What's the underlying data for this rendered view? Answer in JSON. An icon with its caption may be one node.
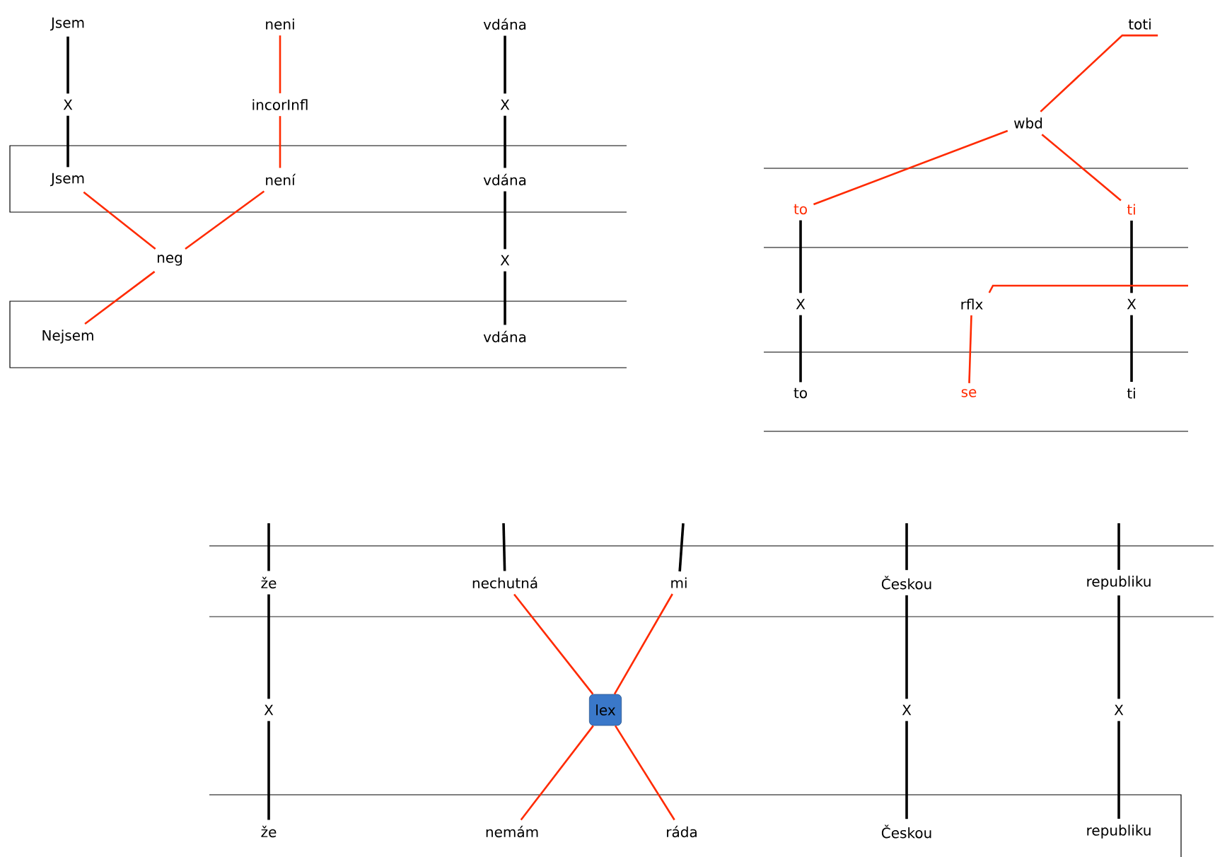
{
  "diagram": {
    "nodes": [
      {
        "text": [
          "Jsem"
        ]
      },
      {
        "text": [
          "neni"
        ]
      },
      {
        "text": [
          "vdána"
        ]
      },
      {
        "text": [
          "X"
        ]
      },
      {
        "text": [
          "incorInfl"
        ]
      },
      {
        "text": [
          "X"
        ]
      },
      {
        "text": [
          "Jsem"
        ]
      },
      {
        "text": [
          "není"
        ]
      },
      {
        "text": [
          "vdána"
        ]
      },
      {
        "text": [
          "neg"
        ]
      },
      {
        "text": [
          "X"
        ]
      },
      {
        "text": [
          "Nejsem"
        ]
      },
      {
        "text": [
          "vdána"
        ]
      },
      {
        "text": [
          "toti"
        ]
      },
      {
        "text": [
          "wbd"
        ]
      },
      {
        "text": [
          "to"
        ]
      },
      {
        "text": [
          "ti"
        ]
      },
      {
        "text": [
          "X"
        ]
      },
      {
        "text": [
          "rflx"
        ]
      },
      {
        "text": [
          "X"
        ]
      },
      {
        "text": [
          "to"
        ]
      },
      {
        "text": [
          "se"
        ]
      },
      {
        "text": [
          "ti"
        ]
      },
      {
        "text": [
          "že"
        ]
      },
      {
        "text": [
          "nechutná"
        ]
      },
      {
        "text": [
          "mi"
        ]
      },
      {
        "text": [
          "Českou"
        ]
      },
      {
        "text": [
          "republiku"
        ]
      },
      {
        "text": [
          "X"
        ]
      },
      {
        "text": [
          "lex"
        ]
      },
      {
        "text": [
          "X"
        ]
      },
      {
        "text": [
          "X"
        ]
      },
      {
        "text": [
          "že"
        ]
      },
      {
        "text": [
          "nemám"
        ]
      },
      {
        "text": [
          "ráda"
        ]
      },
      {
        "text": [
          "Českou"
        ]
      },
      {
        "text": [
          "republiku"
        ]
      }
    ],
    "edges": [
      {
        "from": 0,
        "to": 3,
        "arrow": "none"
      },
      {
        "from": 3,
        "to": 6,
        "arrow": "none"
      },
      {
        "from": 1,
        "to": 4,
        "arrow": "none",
        "color": "#ff2a00"
      },
      {
        "from": 4,
        "to": 7,
        "arrow": "none",
        "color": "#ff2a00"
      },
      {
        "from": 2,
        "to": 5,
        "arrow": "none"
      },
      {
        "from": 5,
        "to": 8,
        "arrow": "none"
      },
      {
        "from": 6,
        "to": 9,
        "arrow": "none",
        "color": "#ff2a00"
      },
      {
        "from": 7,
        "to": 9,
        "arrow": "none",
        "color": "#ff2a00"
      },
      {
        "from": 9,
        "to": 11,
        "arrow": "none",
        "color": "#ff2a00"
      },
      {
        "from": 8,
        "to": 10,
        "arrow": "none"
      },
      {
        "from": 10,
        "to": 12,
        "arrow": "none"
      },
      {
        "from": 14,
        "to": 13,
        "arrow": "none",
        "color": "#ff2a00"
      },
      {
        "from": 14,
        "to": 15,
        "arrow": "none",
        "color": "#ff2a00"
      },
      {
        "from": 14,
        "to": 16,
        "arrow": "none",
        "color": "#ff2a00"
      },
      {
        "from": 15,
        "to": 17,
        "arrow": "none"
      },
      {
        "from": 16,
        "to": 19,
        "arrow": "none"
      },
      {
        "from": 17,
        "to": 20,
        "arrow": "none"
      },
      {
        "from": 19,
        "to": 22,
        "arrow": "none"
      },
      {
        "from": 18,
        "to": 21,
        "arrow": "none",
        "color": "#ff2a00"
      },
      {
        "from": 18,
        "to": null,
        "arrow": "none",
        "color": "#ff2a00"
      },
      {
        "from": null,
        "to": 23,
        "arrow": "none"
      },
      {
        "from": null,
        "to": 24,
        "arrow": "none"
      },
      {
        "from": null,
        "to": 25,
        "arrow": "none"
      },
      {
        "from": null,
        "to": 26,
        "arrow": "none"
      },
      {
        "from": null,
        "to": 27,
        "arrow": "none"
      },
      {
        "from": 23,
        "to": 28,
        "arrow": "none"
      },
      {
        "from": 28,
        "to": 32,
        "arrow": "none"
      },
      {
        "from": 24,
        "to": 29,
        "arrow": "none",
        "color": "#ff2a00"
      },
      {
        "from": 25,
        "to": 29,
        "arrow": "none",
        "color": "#ff2a00"
      },
      {
        "from": 29,
        "to": 33,
        "arrow": "none",
        "color": "#ff2a00"
      },
      {
        "from": 29,
        "to": 34,
        "arrow": "none",
        "color": "#ff2a00"
      },
      {
        "from": 26,
        "to": 30,
        "arrow": "none"
      },
      {
        "from": 30,
        "to": 35,
        "arrow": "none"
      },
      {
        "from": 27,
        "to": 31,
        "arrow": "none"
      },
      {
        "from": 31,
        "to": 36,
        "arrow": "none"
      }
    ]
  }
}
